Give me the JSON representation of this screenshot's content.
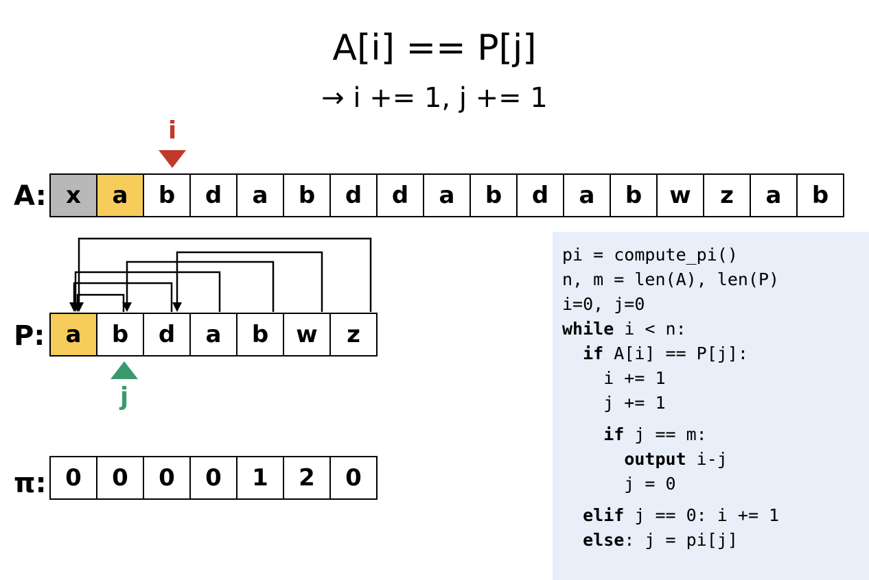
{
  "title": {
    "main": "A[i] == P[j]",
    "sub": "→ i += 1, j += 1"
  },
  "pointers": {
    "i_label": "i",
    "j_label": "j",
    "i_color": "#c0392b",
    "j_color": "#3a9a6e"
  },
  "labels": {
    "A": "A:",
    "P": "P:",
    "pi": "π:"
  },
  "colors": {
    "matched": "#f6cc5a",
    "skipped": "#b8b8b8",
    "code_bg": "#e8eff9"
  },
  "A": [
    "x",
    "a",
    "b",
    "d",
    "a",
    "b",
    "d",
    "d",
    "a",
    "b",
    "d",
    "a",
    "b",
    "w",
    "z",
    "a",
    "b"
  ],
  "P": [
    "a",
    "b",
    "d",
    "a",
    "b",
    "w",
    "z"
  ],
  "pi": [
    "0",
    "0",
    "0",
    "0",
    "1",
    "2",
    "0"
  ],
  "code": {
    "l1": "pi = compute_pi()",
    "l2": "n, m = len(A), len(P)",
    "l3": "i=0, j=0",
    "l4_kw": "while",
    "l4_rest": " i < n:",
    "l5_indent": "  ",
    "l5_kw": "if",
    "l5_rest": " A[i] == P[j]:",
    "l6": "    i += 1",
    "l7": "    j += 1",
    "l8_indent": "    ",
    "l8_kw": "if",
    "l8_rest": " j == m:",
    "l9_indent": "      ",
    "l9_kw": "output",
    "l9_rest": " i-j",
    "l10": "      j = 0",
    "l11_indent": "  ",
    "l11_kw": "elif",
    "l11_rest": " j == 0: i += 1",
    "l12_indent": "  ",
    "l12_kw": "else",
    "l12_rest": ": j = pi[j]"
  }
}
